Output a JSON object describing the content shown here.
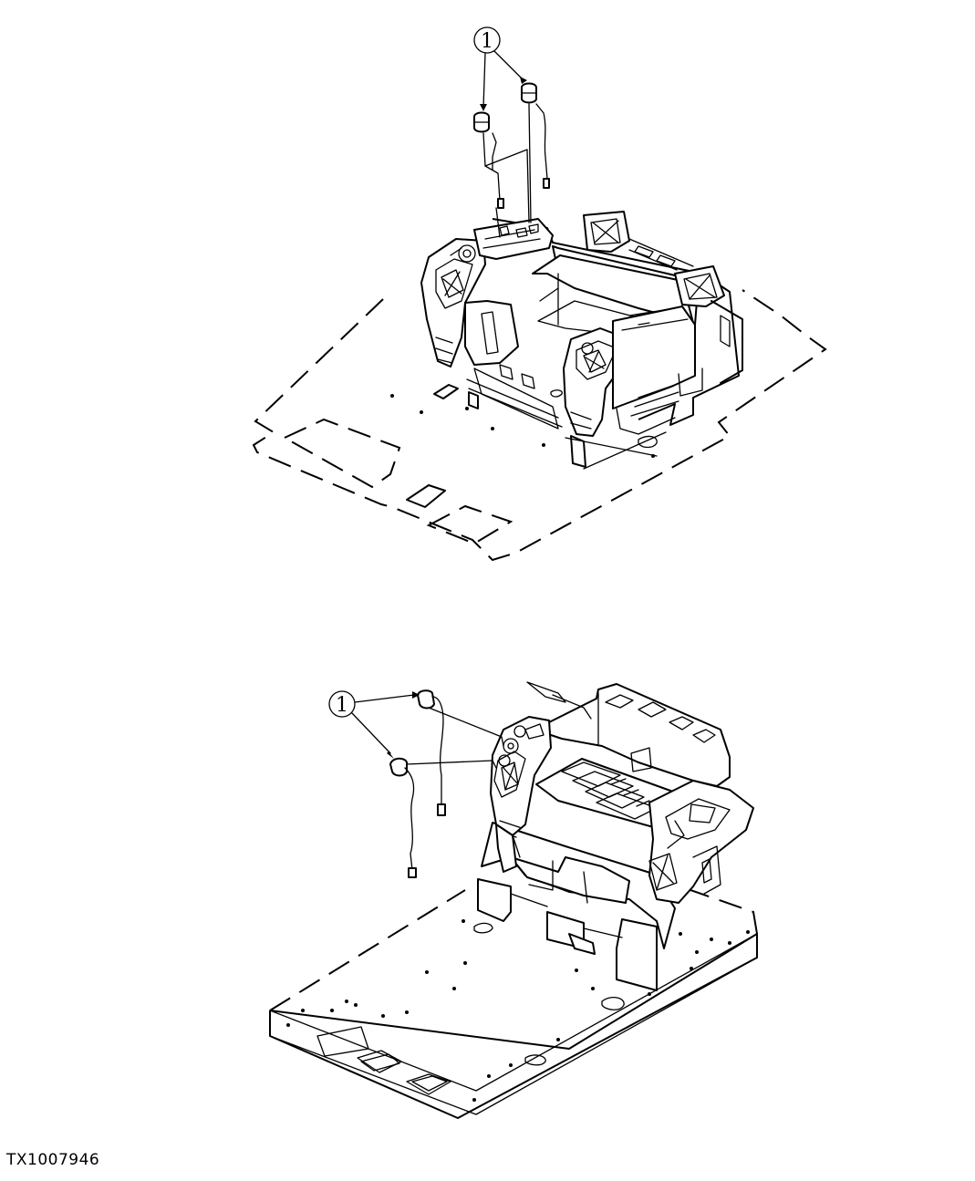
{
  "figure_id": "TX1007946",
  "callouts": {
    "top": "1",
    "bottom": "1"
  }
}
